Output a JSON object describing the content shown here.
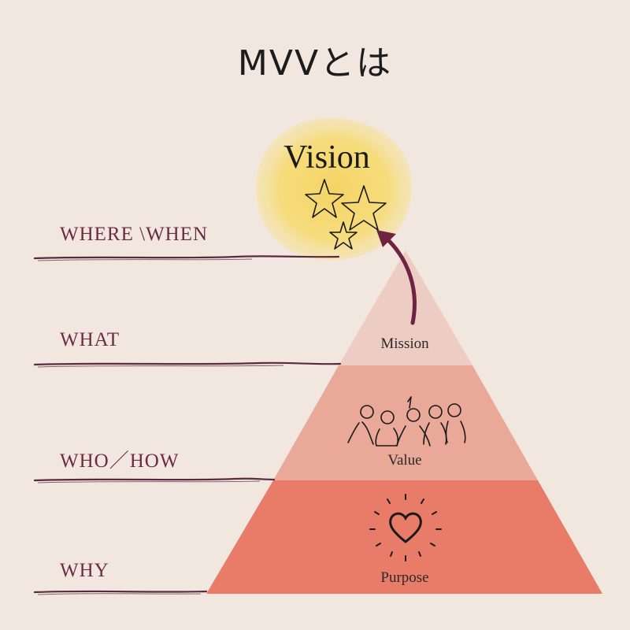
{
  "title": "MVVとは",
  "levels": [
    {
      "question": "WHERE \\WHEN"
    },
    {
      "question": "WHAT"
    },
    {
      "question": "WHO／HOW"
    },
    {
      "question": "WHY"
    }
  ],
  "tiers": [
    {
      "label": "Mission",
      "color": "#edcdc3"
    },
    {
      "label": "Value",
      "color": "#eaa898"
    },
    {
      "label": "Purpose",
      "color": "#e87c68"
    }
  ],
  "vision": {
    "label": "Vision",
    "color": "#f4d86c"
  },
  "colors": {
    "background": "#f1e7df",
    "accent": "#6b2b45",
    "arrow": "#6e2340"
  },
  "icons": [
    "stars-icon",
    "people-icon",
    "heart-icon"
  ]
}
